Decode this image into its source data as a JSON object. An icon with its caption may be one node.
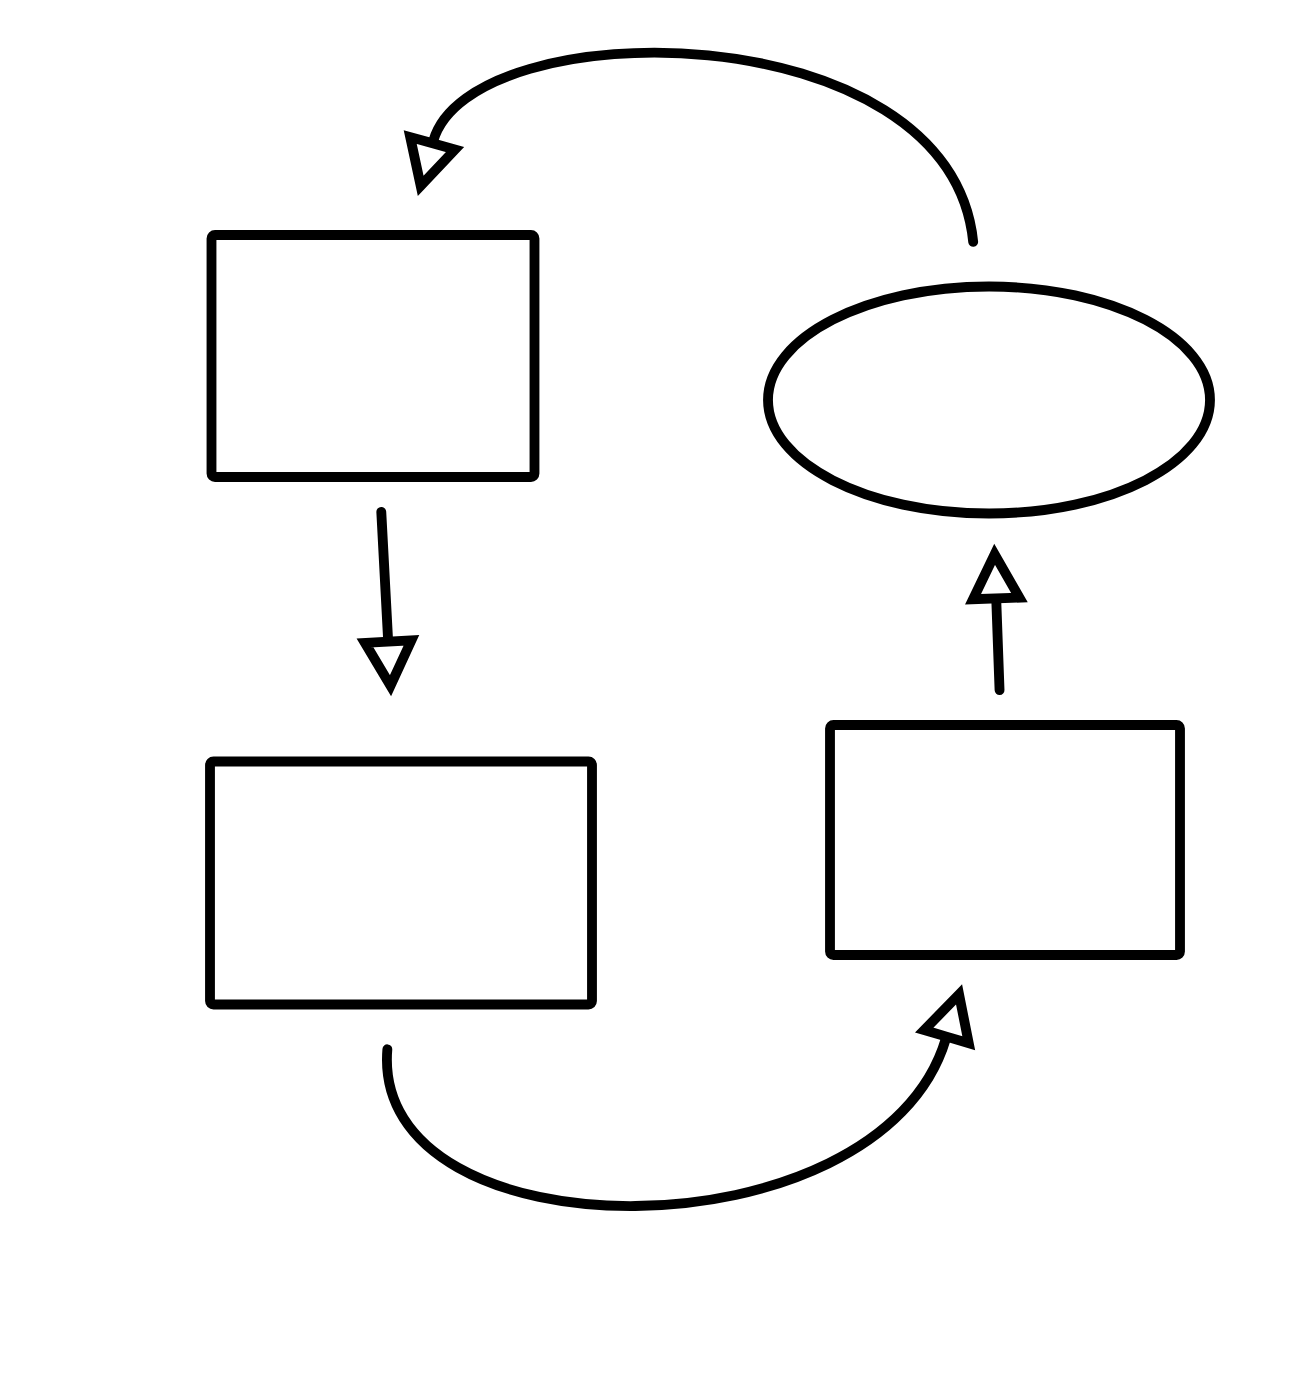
{
  "diagram": {
    "nodes": [
      {
        "text": [],
        "shape": "box"
      },
      {
        "text": [],
        "shape": "ellipse"
      },
      {
        "text": [],
        "shape": "box"
      },
      {
        "text": [],
        "shape": "box"
      }
    ],
    "edges": [
      {
        "from": 0,
        "to": 2,
        "arrow": "to"
      },
      {
        "from": 2,
        "to": 3,
        "arrow": "to"
      },
      {
        "from": 3,
        "to": 1,
        "arrow": "to"
      },
      {
        "from": 1,
        "to": 0,
        "arrow": "to"
      }
    ]
  }
}
